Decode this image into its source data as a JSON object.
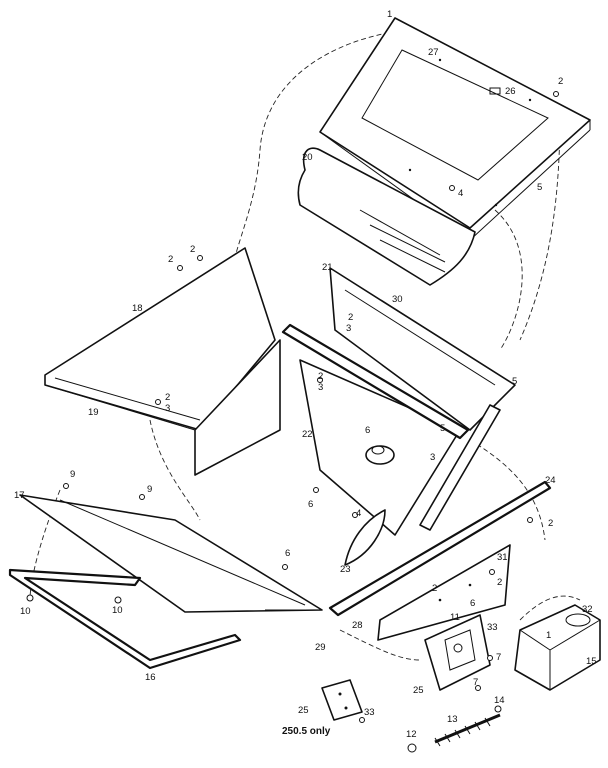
{
  "callouts": {
    "c1": "1",
    "c27": "27",
    "c26": "26",
    "c2_topright": "2",
    "c5_topright": "5",
    "c20": "20",
    "c4": "4",
    "c2_a": "2",
    "c2_b": "2",
    "c18": "18",
    "c19": "19",
    "c2_c": "2",
    "c3_c": "3",
    "c21": "21",
    "c30": "30",
    "c2_d": "2",
    "c3_d": "3",
    "c2_e": "2",
    "c3_e": "3",
    "c5_a": "5",
    "c5_b": "5",
    "c22": "22",
    "c6_a": "6",
    "c3_f": "3",
    "c6_b": "6",
    "c4_b": "4",
    "c23": "23",
    "c24": "24",
    "c2_f": "2",
    "c31": "31",
    "c2_g": "2",
    "c2_h": "2",
    "c17": "17",
    "c9_a": "9",
    "c9_b": "9",
    "c6_c": "6",
    "c10_a": "10",
    "c10_b": "10",
    "c16": "16",
    "c29": "29",
    "c28": "28",
    "c11": "11",
    "c6_d": "6",
    "c33_a": "33",
    "c7_a": "7",
    "c25_a": "25",
    "c7_b": "7",
    "c32": "32",
    "c1_b": "1",
    "c15": "15",
    "c14": "14",
    "c13": "13",
    "c12": "12",
    "c25_b": "25",
    "c33_b": "33"
  },
  "note": "250.5 only"
}
